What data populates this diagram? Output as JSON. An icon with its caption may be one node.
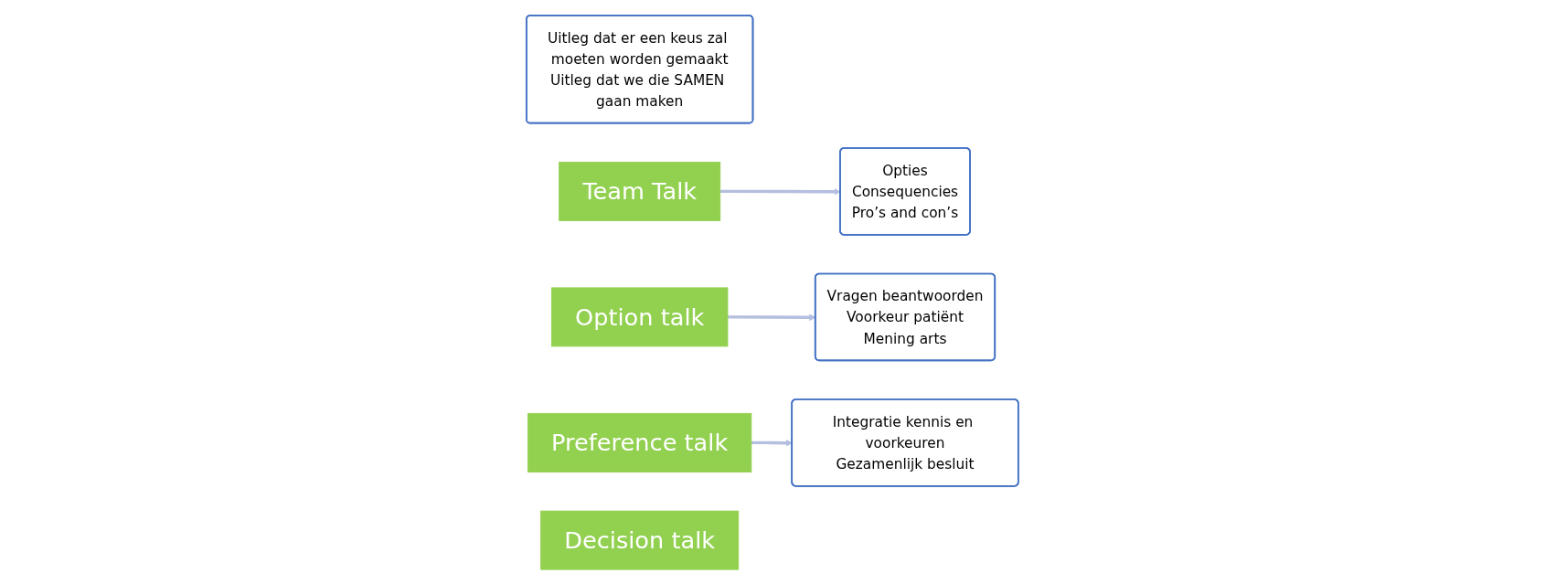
{
  "diagram": {
    "nodes": [
      {
        "text": [
          "Uitleg dat er een keus zal moeten worden gemaakt",
          "Uitleg dat we die SAMEN gaan maken"
        ]
      },
      {
        "text": [
          "Team Talk"
        ]
      },
      {
        "text": [
          "Opties",
          "Consequencies",
          "Pro’s and con’s"
        ]
      },
      {
        "text": [
          "Option talk"
        ]
      },
      {
        "text": [
          "Vragen beantwoorden",
          "Voorkeur patiënt",
          "Mening arts"
        ]
      },
      {
        "text": [
          "Preference talk"
        ]
      },
      {
        "text": [
          "Integratie kennis en voorkeuren",
          "Gezamenlijk besluit"
        ]
      },
      {
        "text": [
          "Decision talk"
        ]
      }
    ],
    "edges": [
      {
        "from": 1,
        "to": 2,
        "arrow": "to"
      },
      {
        "from": 3,
        "to": 4,
        "arrow": "to"
      },
      {
        "from": 5,
        "to": 6,
        "arrow": "to"
      }
    ]
  }
}
